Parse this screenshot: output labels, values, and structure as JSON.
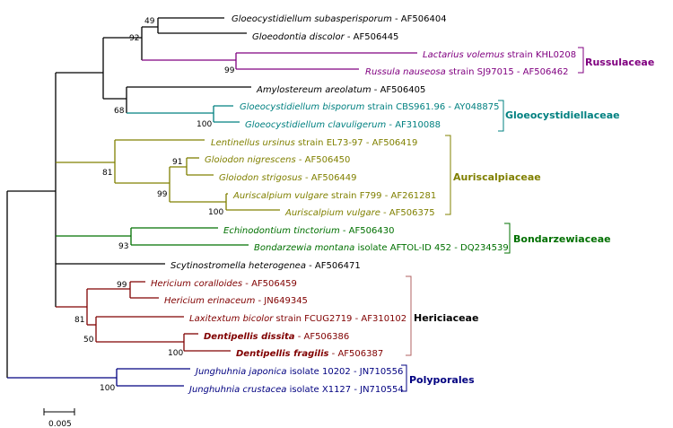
{
  "colors": {
    "black": "#000000",
    "russulaceae": "#800080",
    "gloeocystidiellaceae": "#008080",
    "auriscalpiaceae": "#808000",
    "bondarzewiaceae": "#007000",
    "hericiaceae": "#800000",
    "polyporales": "#000080",
    "clade_bar": "#b06060"
  },
  "taxa": [
    {
      "species": "Gloeocystidiellum subasperisporum",
      "rest": " - AF506404"
    },
    {
      "species": "Gloeodontia discolor",
      "rest": " - AF506445"
    },
    {
      "species": "Lactarius volemus",
      "rest": " strain KHL0208"
    },
    {
      "species": "Russula nauseosa",
      "rest": " strain SJ97015 - AF506462"
    },
    {
      "species": "Amylostereum areolatum",
      "rest": " - AF506405"
    },
    {
      "species": "Gloeocystidiellum bisporum",
      "rest": " strain CBS961.96 - AY048875"
    },
    {
      "species": "Gloeocystidiellum clavuligerum",
      "rest": " - AF310088"
    },
    {
      "species": "Lentinellus ursinus",
      "rest": " strain EL73-97 - AF506419"
    },
    {
      "species": "Gloiodon nigrescens",
      "rest": " - AF506450"
    },
    {
      "species": "Gloiodon strigosus",
      "rest": " - AF506449"
    },
    {
      "species": "Auriscalpium vulgare",
      "rest": " strain F799 - AF261281"
    },
    {
      "species": "Auriscalpium vulgare",
      "rest": " - AF506375"
    },
    {
      "species": "Echinodontium tinctorium",
      "rest": " - AF506430"
    },
    {
      "species": "Bondarzewia montana",
      "rest": " isolate AFTOL-ID 452 - DQ234539"
    },
    {
      "species": "Scytinostromella heterogenea",
      "rest": " - AF506471"
    },
    {
      "species": "Hericium coralloides",
      "rest": " - AF506459"
    },
    {
      "species": "Hericium erinaceum",
      "rest": " - JN649345"
    },
    {
      "species": "Laxitextum bicolor",
      "rest": " strain FCUG2719 - AF310102"
    },
    {
      "species": "Dentipellis dissita",
      "rest": " - AF506386"
    },
    {
      "species": "Dentipellis fragilis",
      "rest": " - AF506387"
    },
    {
      "species": "Junghuhnia japonica",
      "rest": " isolate 10202 - JN710556"
    },
    {
      "species": "Junghuhnia crustacea",
      "rest": " isolate X1127 - JN710554"
    }
  ],
  "bootstrap": [
    "49",
    "92",
    "99",
    "68",
    "100",
    "81",
    "91",
    "99",
    "100",
    "93",
    "99",
    "81",
    "50",
    "100",
    "100"
  ],
  "clades": [
    "Russulaceae",
    "Gloeocystidiellaceae",
    "Auriscalpiaceae",
    "Bondarzewiaceae",
    "Hericiaceae",
    "Polyporales"
  ],
  "scale_label": "0.005"
}
